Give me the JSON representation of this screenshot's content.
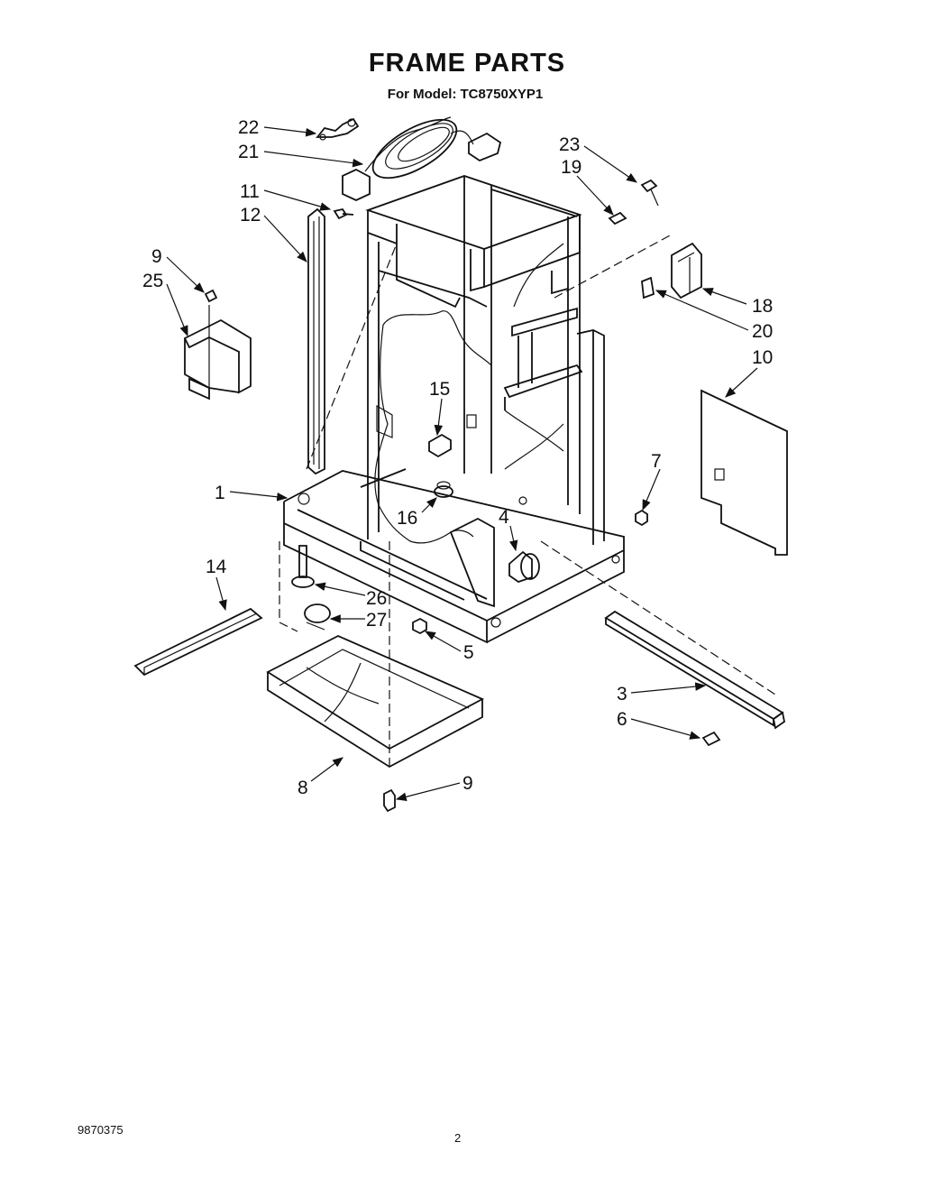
{
  "header": {
    "title": "FRAME PARTS",
    "model_prefix": "For Model:",
    "model_number": "TC8750XYP1"
  },
  "callouts": {
    "c1": "1",
    "c3": "3",
    "c4": "4",
    "c5": "5",
    "c6": "6",
    "c7": "7",
    "c8": "8",
    "c9a": "9",
    "c9b": "9",
    "c10": "10",
    "c11": "11",
    "c12": "12",
    "c14": "14",
    "c15": "15",
    "c16": "16",
    "c18": "18",
    "c19": "19",
    "c20": "20",
    "c21": "21",
    "c22": "22",
    "c23": "23",
    "c25": "25",
    "c26": "26",
    "c27": "27"
  },
  "footer": {
    "doc_number": "9870375",
    "page_number": "2"
  }
}
